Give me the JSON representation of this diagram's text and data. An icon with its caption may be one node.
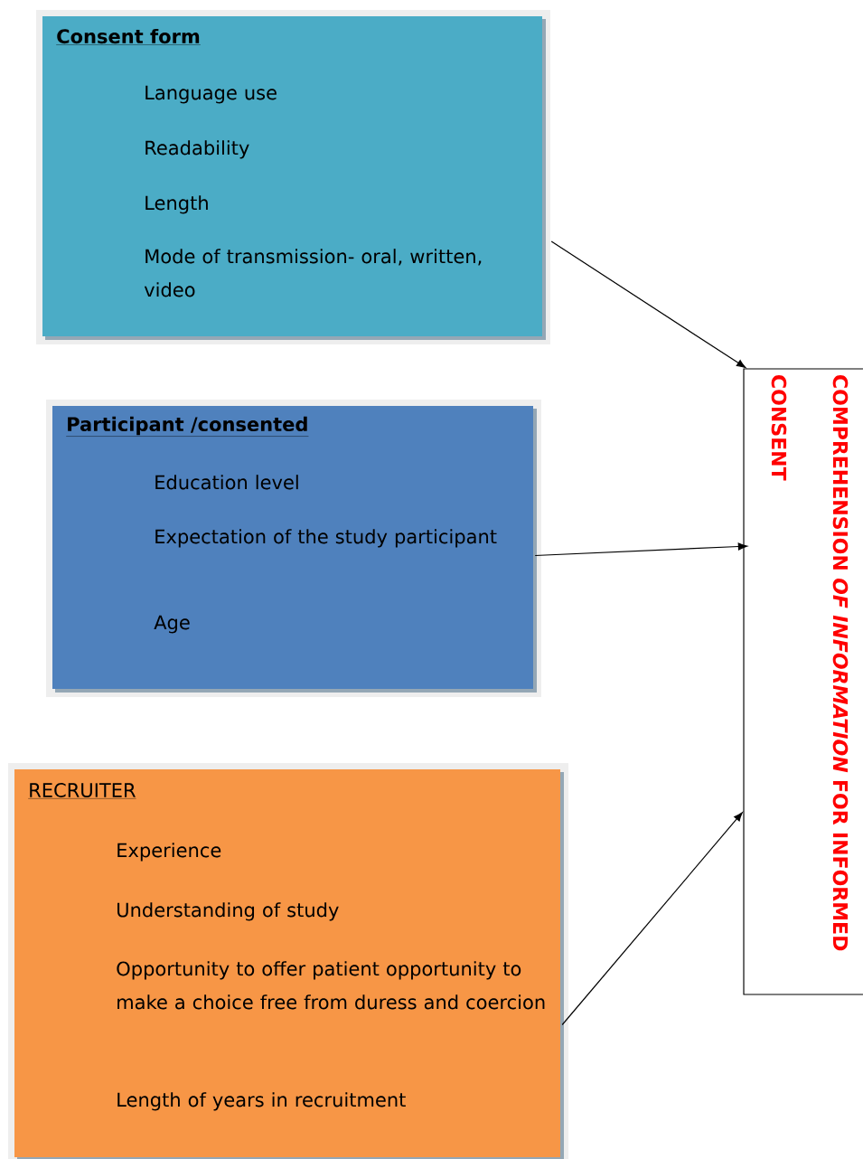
{
  "diagram": {
    "nodes": [
      {
        "text": [
          "Consent form",
          "Language use",
          "Readability",
          "Length",
          "Mode of transmission- oral, written, video"
        ]
      },
      {
        "text": [
          "Participant /consented",
          "Education level",
          "Expectation of the study participant",
          "Age"
        ]
      },
      {
        "text": [
          "RECRUITER",
          "Experience",
          "Understanding of study",
          "Opportunity to offer patient opportunity to make a choice free from duress and coercion",
          "Length of years in recruitment"
        ]
      },
      {
        "text": [
          "COMPREHENSION *OF INFORMATION* FOR INFORMED CONSENT"
        ]
      }
    ],
    "edges": [
      {
        "from": 0,
        "to": 3,
        "arrow": "to"
      },
      {
        "from": 1,
        "to": 3,
        "arrow": "to"
      },
      {
        "from": 2,
        "to": 3,
        "arrow": "to"
      }
    ]
  }
}
